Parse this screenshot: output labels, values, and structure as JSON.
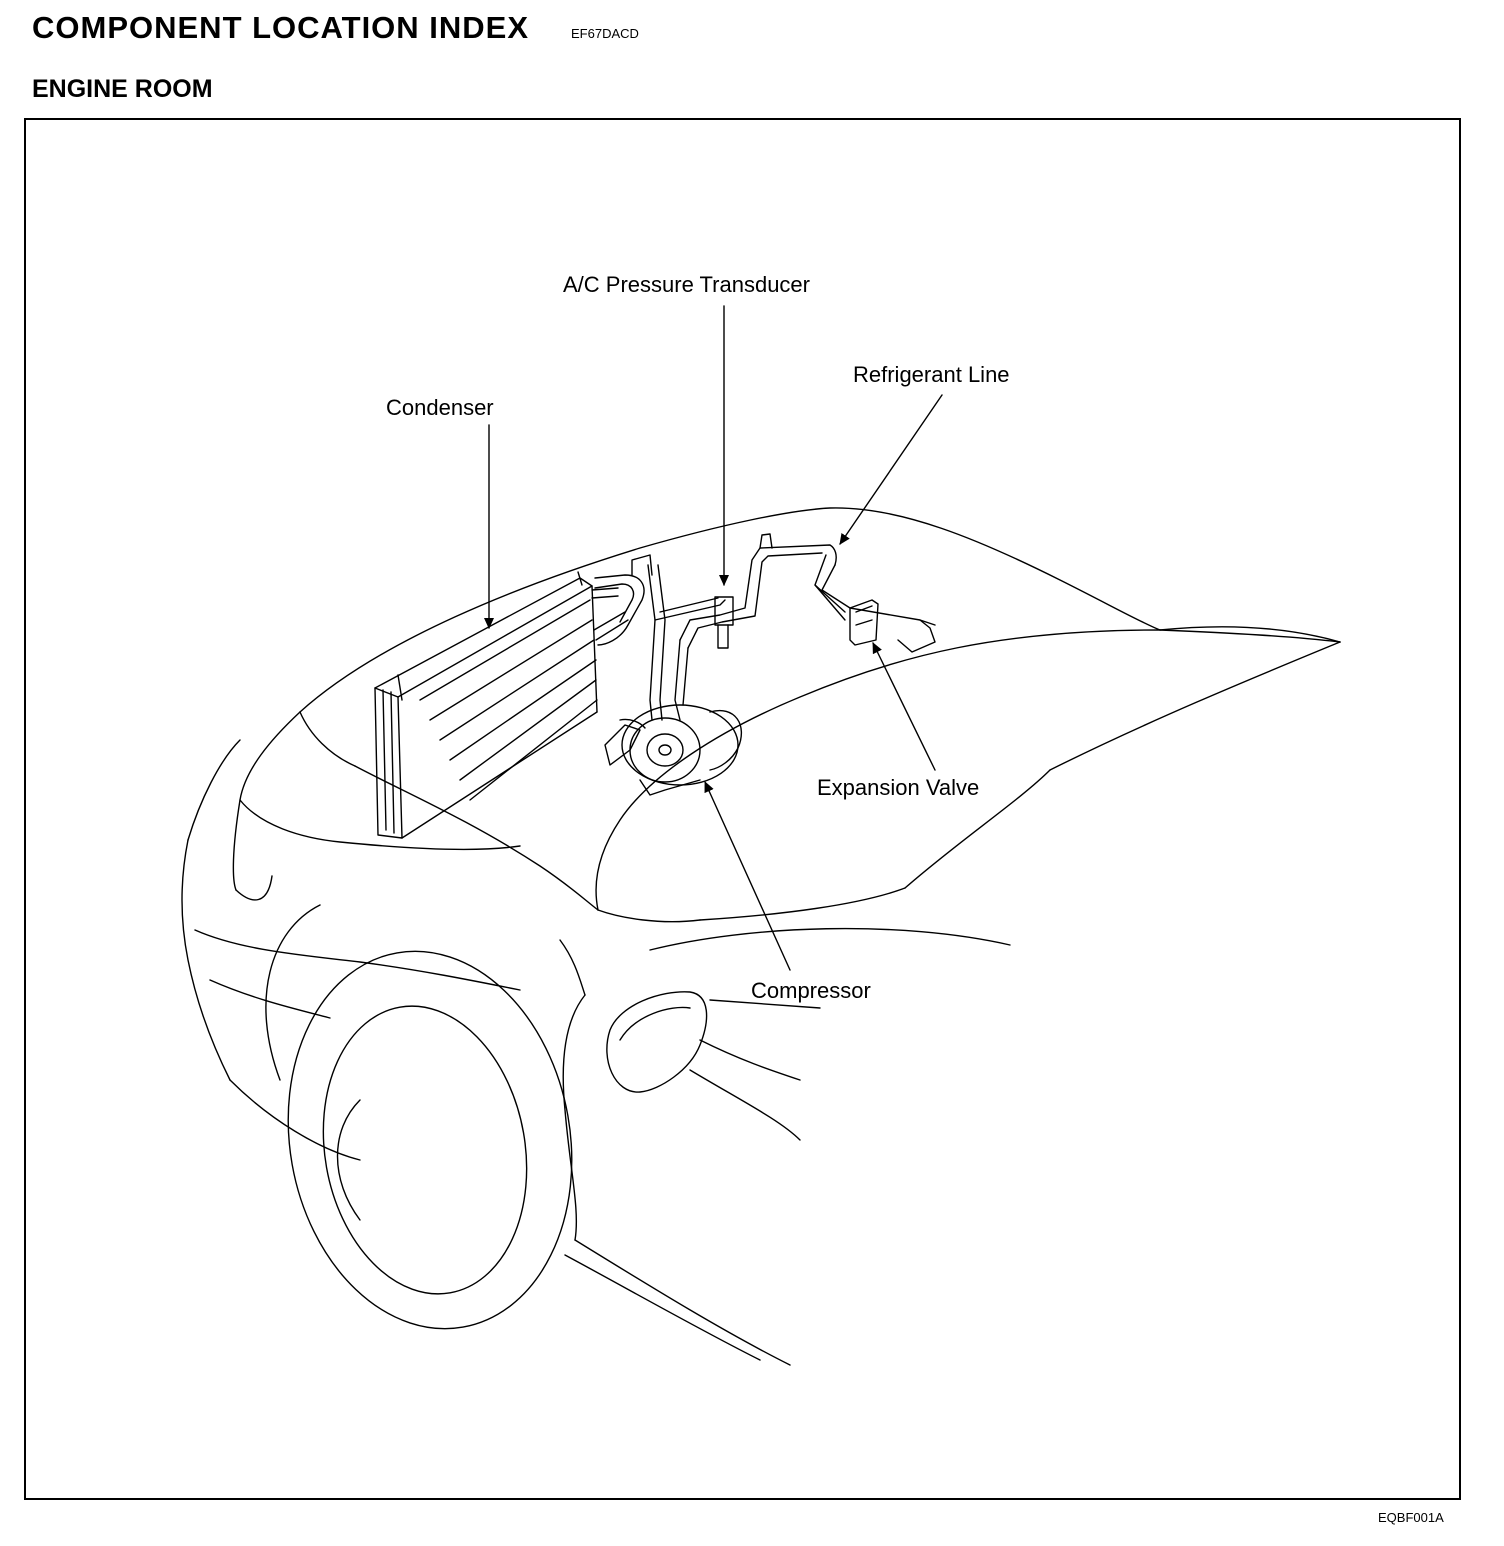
{
  "header": {
    "title": "COMPONENT LOCATION INDEX",
    "code": "EF67DACD"
  },
  "section": {
    "title": "ENGINE ROOM"
  },
  "figure": {
    "labels": {
      "ac_pressure_transducer": "A/C Pressure Transducer",
      "refrigerant_line": "Refrigerant Line",
      "condenser": "Condenser",
      "expansion_valve": "Expansion Valve",
      "compressor": "Compressor"
    },
    "code": "EQBF001A"
  }
}
